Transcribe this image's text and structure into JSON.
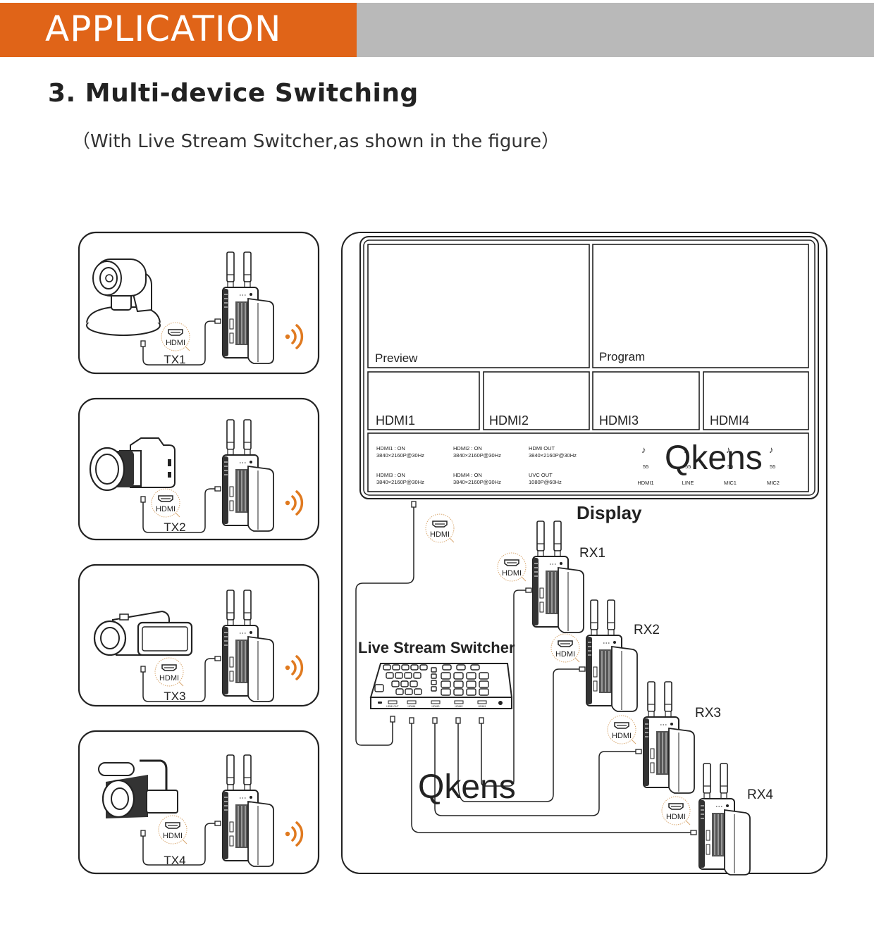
{
  "header": {
    "banner_title": "APPLICATION",
    "section_title": "3. Multi-device Switching",
    "section_subtitle": "（With Live Stream Switcher,as shown in the figure）",
    "accent_color": "#e06418",
    "banner_gray": "#b9b9b9"
  },
  "transmitters": [
    {
      "label": "TX1",
      "source": "ptz-camera",
      "connector": "HDMI"
    },
    {
      "label": "TX2",
      "source": "dslr-camera",
      "connector": "HDMI"
    },
    {
      "label": "TX3",
      "source": "camcorder",
      "connector": "HDMI"
    },
    {
      "label": "TX4",
      "source": "pro-camcorder",
      "connector": "HDMI"
    }
  ],
  "display": {
    "title": "Display",
    "preview_label": "Preview",
    "program_label": "Program",
    "inputs": [
      "HDMI1",
      "HDMI2",
      "HDMI3",
      "HDMI4"
    ],
    "status": [
      {
        "name": "HDMI1 : ON",
        "value": "3840×2160P@30Hz"
      },
      {
        "name": "HDMI2 : ON",
        "value": "3840×2160P@30Hz"
      },
      {
        "name": "HDMI OUT",
        "value": "3840×2160P@30Hz"
      },
      {
        "name": "HDMI3 : ON",
        "value": "3840×2160P@30Hz"
      },
      {
        "name": "HDMI4 : ON",
        "value": "3840×2160P@30Hz"
      },
      {
        "name": "UVC OUT",
        "value": "1080P@60Hz"
      }
    ],
    "audio": [
      {
        "channel": "HDMI1",
        "level": "55"
      },
      {
        "channel": "LINE",
        "level": "55"
      },
      {
        "channel": "MIC1",
        "level": "55"
      },
      {
        "channel": "MIC2",
        "level": "55"
      }
    ],
    "watermark": "Qkens",
    "output_connector": "HDMI"
  },
  "switcher": {
    "title": "Live Stream Switcher",
    "ports": [
      "HDMI OUT",
      "HDMI4",
      "HDMI3",
      "HDMI2",
      "HDMI1"
    ],
    "watermark": "Qkens"
  },
  "receivers": [
    {
      "label": "RX1",
      "connector": "HDMI"
    },
    {
      "label": "RX2",
      "connector": "HDMI"
    },
    {
      "label": "RX3",
      "connector": "HDMI"
    },
    {
      "label": "RX4",
      "connector": "HDMI"
    }
  ]
}
